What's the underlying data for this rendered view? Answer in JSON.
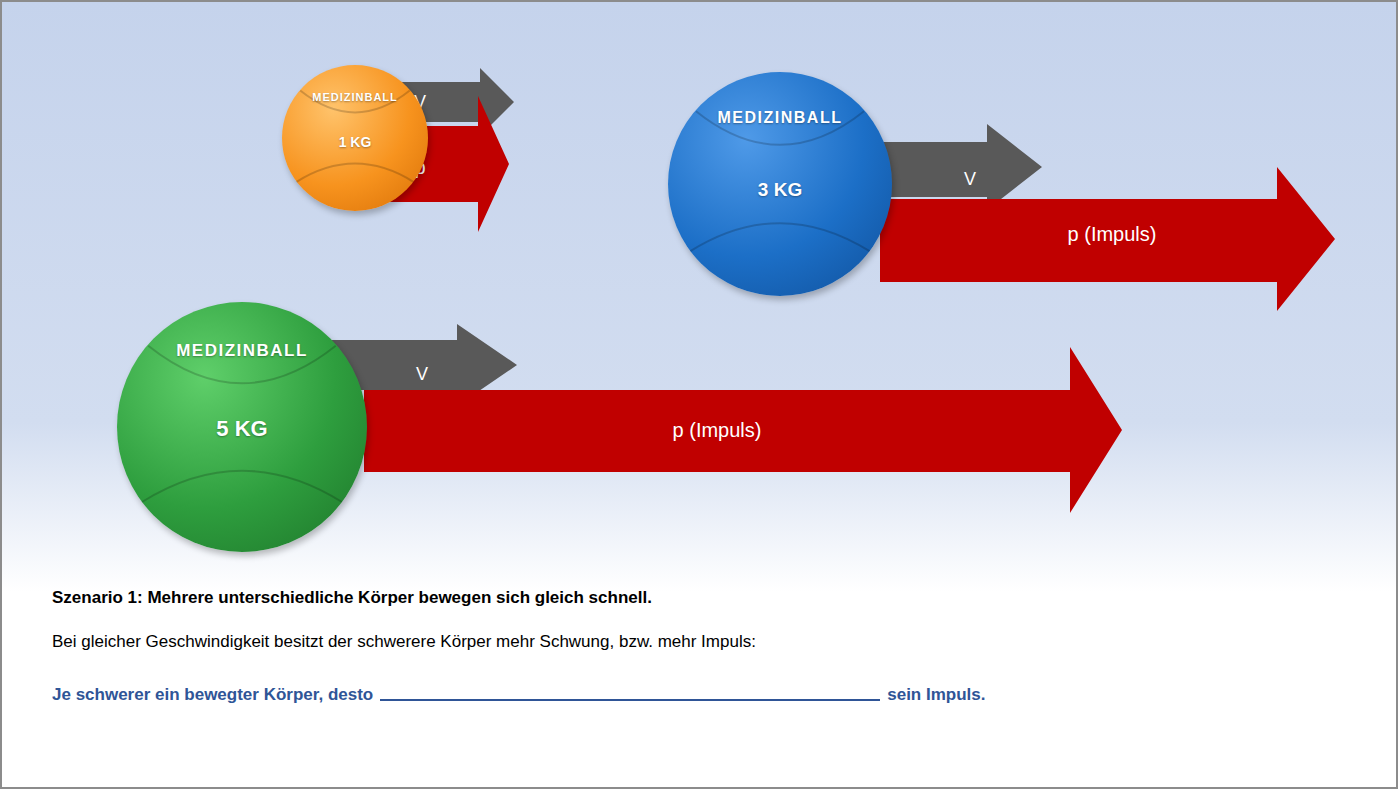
{
  "diagram": {
    "nodes": [
      {
        "text": [
          "MEDIZINBALL",
          "1 KG"
        ]
      },
      {
        "text": [
          "V"
        ]
      },
      {
        "text": [
          "p"
        ]
      },
      {
        "text": [
          "MEDIZINBALL",
          "3 KG"
        ]
      },
      {
        "text": [
          "V"
        ]
      },
      {
        "text": [
          "p (Impuls)"
        ]
      },
      {
        "text": [
          "MEDIZINBALL",
          "5 KG"
        ]
      },
      {
        "text": [
          "V"
        ]
      },
      {
        "text": [
          "p (Impuls)"
        ]
      }
    ],
    "labels": [
      "Szenario 1: Mehrere unterschiedliche Körper bewegen sich gleich schnell.",
      "Bei gleicher Geschwindigkeit besitzt der schwerere Körper mehr Schwung, bzw. mehr Impuls:",
      "Je schwerer ein bewegter Körper, desto",
      "sein Impuls."
    ]
  }
}
